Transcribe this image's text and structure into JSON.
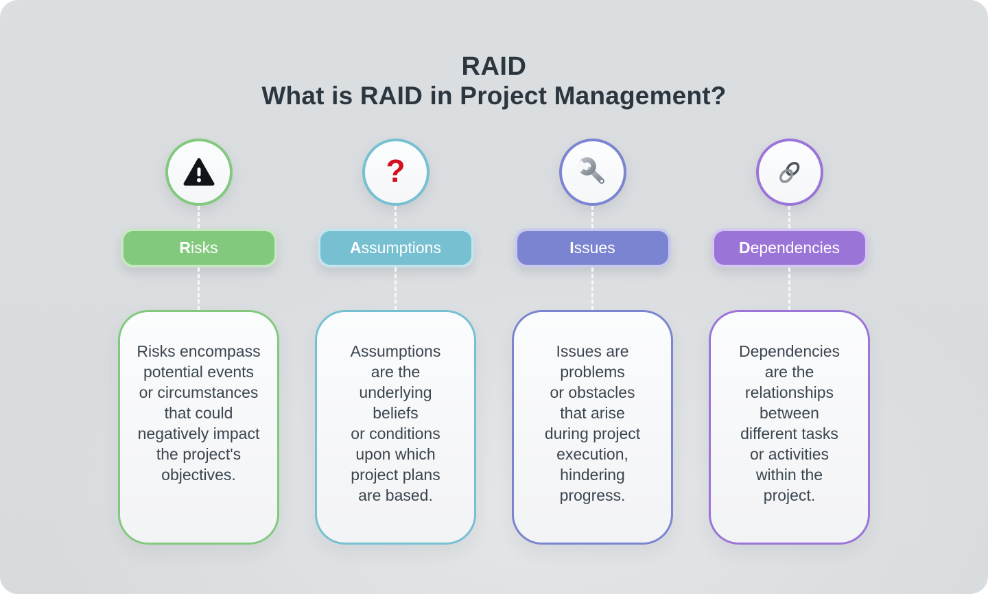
{
  "title": {
    "line1": "RAID",
    "line2": "What is RAID in Project Management?"
  },
  "theme": {
    "background": "#dcdfe2",
    "title_color": "#2c363f",
    "card_text_color": "#3a454e",
    "pill_text_color": "#ffffff",
    "connector_color": "#ffffff",
    "question_mark_color": "#d2101e",
    "warning_icon_color": "#111111",
    "metal_icon_color": "#9aa1a9"
  },
  "icons": {
    "question_mark_glyph": "?"
  },
  "columns": [
    {
      "id": "risks",
      "icon": "warning-icon",
      "label": "Risks",
      "label_initial": "R",
      "label_rest": "isks",
      "colors": {
        "main": "#82c97e",
        "light": "#c6e7c1"
      },
      "description": "Risks encompass\npotential events\nor circumstances\nthat could\nnegatively impact\nthe project's\nobjectives."
    },
    {
      "id": "assumptions",
      "icon": "question-mark-icon",
      "label": "Assumptions",
      "label_initial": "A",
      "label_rest": "ssumptions",
      "colors": {
        "main": "#76c0d2",
        "light": "#c5e3ec"
      },
      "description": "Assumptions\nare the\nunderlying\nbeliefs\nor conditions\nupon which\nproject plans\nare based."
    },
    {
      "id": "issues",
      "icon": "wrench-icon",
      "label": "Issues",
      "label_initial": "I",
      "label_rest": "ssues",
      "colors": {
        "main": "#7b84d1",
        "light": "#c7caed"
      },
      "description": "Issues are\nproblems\nor obstacles\nthat arise\nduring project\nexecution,\nhindering\nprogress."
    },
    {
      "id": "dependencies",
      "icon": "chain-link-icon",
      "label": "Dependencies",
      "label_initial": "D",
      "label_rest": "ependencies",
      "colors": {
        "main": "#9b74d8",
        "light": "#d6c7f0"
      },
      "description": "Dependencies\nare the\nrelationships\nbetween\ndifferent tasks\nor activities\nwithin the\nproject."
    }
  ]
}
